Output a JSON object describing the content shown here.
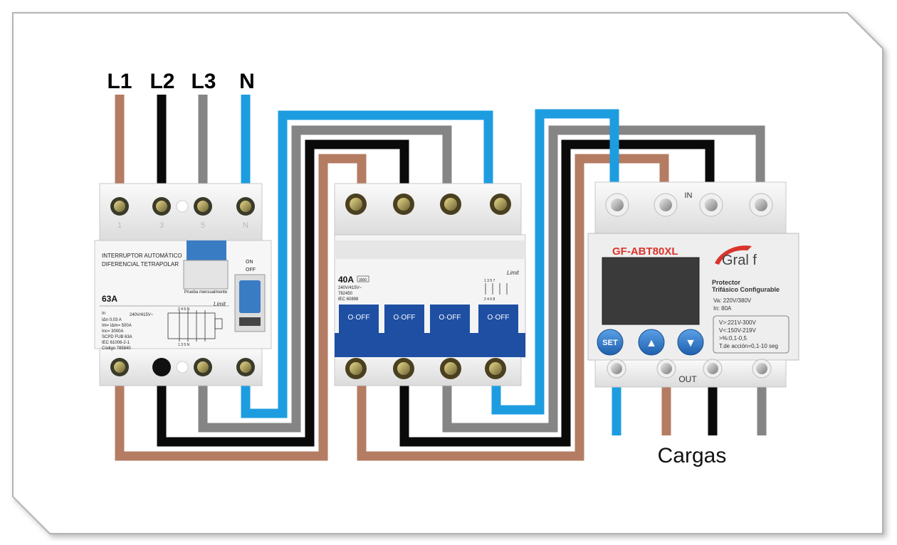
{
  "colors": {
    "brown": "#b47c63",
    "black": "#0a0a0a",
    "gray": "#858585",
    "blue": "#1d9de0",
    "frame_fill": "#ffffff",
    "frame_shadow": "#9a9a9a",
    "device_body": "#f2f2f2",
    "rcd_blue_handle": "#3a7cc4",
    "breaker_blue": "#1e4fa3",
    "gralf_red": "#d9342b",
    "protector_button": "#2f78c8",
    "display": "#3a3a3a"
  },
  "phase_labels": {
    "l1": "L1",
    "l2": "L2",
    "l3": "L3",
    "n": "N"
  },
  "rcd": {
    "terminal_labels": [
      "1",
      "3",
      "5",
      "N"
    ],
    "title_line1": "INTERRUPTOR AUTOMÁTICO",
    "title_line2": "DIFERENCIAL  TETRAPOLAR",
    "rating": "63A",
    "test_label": "Prueba mensualmente",
    "toggle_on": "ON",
    "toggle_off": "OFF",
    "brand": "Limit",
    "voltage": "240V/415V~",
    "spec_in": "In",
    "spec_idn": "IΔn 0,03 A",
    "spec_im": "Im= IΔm= 500A",
    "spec_inc": "Inc= 3000A",
    "spec_scpd": "SCPD FUB 63A",
    "spec_iec": "IEC 61008-2-1",
    "spec_code": "Código 785840",
    "schematic_top": "2  4  6  N",
    "schematic_bottom": "1  3  5  N"
  },
  "breaker": {
    "rating": "40A",
    "badge": "3000",
    "voltage": "240V/415V~",
    "code": "782450",
    "iec": "IEC 60898",
    "brand": "Limit",
    "pole_labels": [
      "O·OFF",
      "O·OFF",
      "O·OFF",
      "O·OFF"
    ],
    "schematic_top": "1  3  5  7",
    "schematic_bottom": "2  4  6  8"
  },
  "protector": {
    "model": "GF-ABT80XL",
    "brand": "Gral f",
    "in_label": "IN",
    "out_label": "OUT",
    "title_line1": "Protector",
    "title_line2": "Trifásico Configurable",
    "va": "Va: 220V/380V",
    "in_rating": "In: 80A",
    "range_over": "V>:221V-300V",
    "range_under": "V<:150V-219V",
    "range_pct": ">%:0,1-0,5",
    "action_time": "T.de acción=0,1-10 seg",
    "btn_set": "SET",
    "btn_up": "▲",
    "btn_down": "▼"
  },
  "loads_label": "Cargas"
}
